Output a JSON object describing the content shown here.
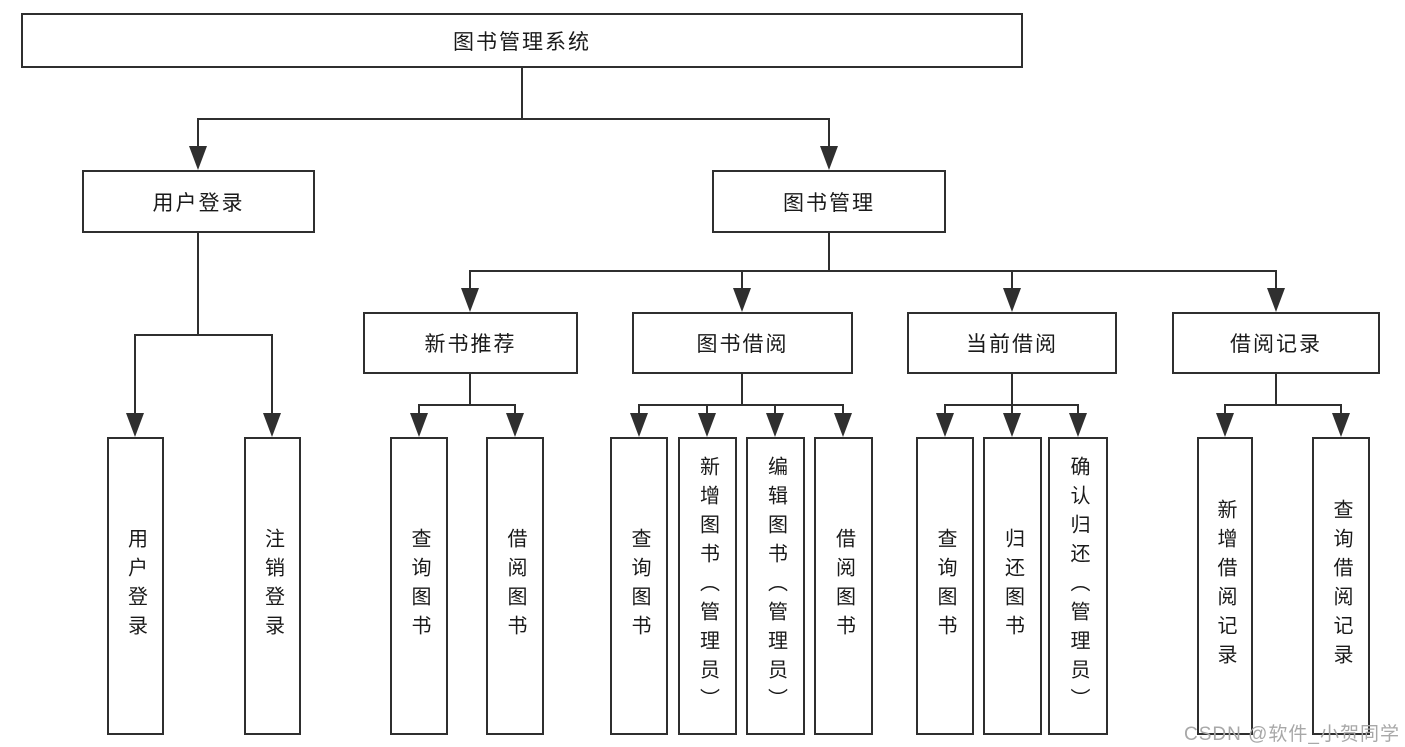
{
  "diagram": {
    "title": "图书管理系统",
    "level2": {
      "user_login": "用户登录",
      "book_management": "图书管理"
    },
    "level3": {
      "new_book": "新书推荐",
      "book_borrow": "图书借阅",
      "current_borrow": "当前借阅",
      "borrow_records": "借阅记录"
    },
    "leaves": {
      "user_login": [
        "用户登录",
        "注销登录"
      ],
      "new_book": [
        "查询图书",
        "借阅图书"
      ],
      "book_borrow": [
        "查询图书",
        "新增图书（管理员）",
        "编辑图书（管理员）",
        "借阅图书"
      ],
      "current_borrow": [
        "查询图书",
        "归还图书",
        "确认归还（管理员）"
      ],
      "borrow_records": [
        "新增借阅记录",
        "查询借阅记录"
      ]
    },
    "watermark": "CSDN @软件_小贺同学"
  },
  "colors": {
    "line": "#2f2f2f",
    "text": "#1a1a1a",
    "watermark": "#a8a8a8",
    "background": "#ffffff"
  }
}
